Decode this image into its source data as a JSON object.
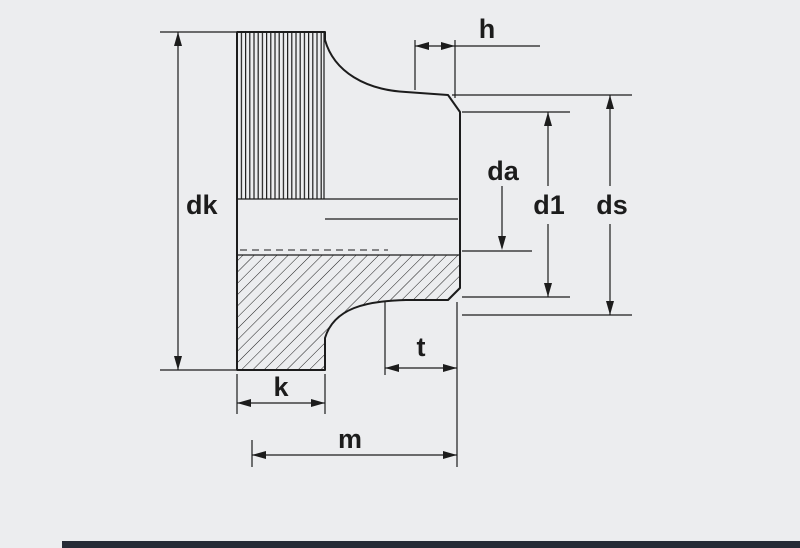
{
  "page": {
    "colors": {
      "background": "#ecedef",
      "ink": "#1c1c1c",
      "strip": "#262b36"
    }
  },
  "drawing": {
    "description": "knurled thumb nut cross-section technical drawing",
    "labels": {
      "dk": "dk",
      "h": "h",
      "da": "da",
      "d1": "d1",
      "ds": "ds",
      "t": "t",
      "k": "k",
      "m": "m"
    }
  }
}
